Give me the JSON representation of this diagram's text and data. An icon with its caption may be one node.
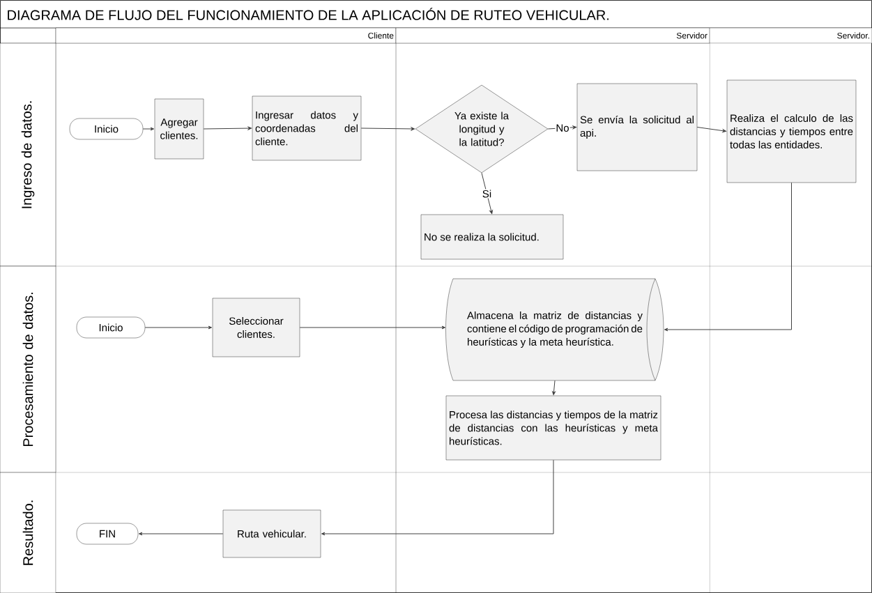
{
  "diagram": {
    "title": "DIAGRAMA DE FLUJO DEL FUNCIONAMIENTO DE LA APLICACIÓN DE RUTEO VEHICULAR.",
    "nodes": [
      {
        "text": [
          "Cliente"
        ]
      },
      {
        "text": [
          "Servidor"
        ]
      },
      {
        "text": [
          "Servidor."
        ]
      },
      {
        "text": [
          "Ingreso de datos."
        ]
      },
      {
        "text": [
          "Procesamiento de datos."
        ]
      },
      {
        "text": [
          "Resultado."
        ]
      },
      {
        "text": [
          "Inicio"
        ]
      },
      {
        "text": [
          "Agregar clientes."
        ]
      },
      {
        "text": [
          "Ingresar datos y coordenadas del cliente."
        ]
      },
      {
        "text": [
          "Ya existe la longitud y la latitud?"
        ]
      },
      {
        "text": [
          "Se envía la solicitud al api."
        ]
      },
      {
        "text": [
          "Realiza el calculo de las distancias y tiempos entre todas las entidades."
        ]
      },
      {
        "text": [
          "No se realiza la solicitud."
        ]
      },
      {
        "text": [
          "Inicio"
        ]
      },
      {
        "text": [
          "Seleccionar clientes."
        ]
      },
      {
        "text": [
          "Almacena la matriz de distancias y contiene el código de programación de heurísticas y la meta heurística."
        ]
      },
      {
        "text": [
          "Procesa las distancias y tiempos de la matriz de distancias con las heurísticas y meta heurísticas."
        ]
      },
      {
        "text": [
          "Ruta vehicular."
        ]
      },
      {
        "text": [
          "FIN"
        ]
      }
    ],
    "edges": [
      {
        "from": 6,
        "to": 7,
        "arrow": "to"
      },
      {
        "from": 7,
        "to": 8,
        "arrow": "to"
      },
      {
        "from": 8,
        "to": 9,
        "arrow": "to"
      },
      {
        "from": 9,
        "to": 10,
        "arrow": "to",
        "label": "No"
      },
      {
        "from": 9,
        "to": 12,
        "arrow": "to",
        "label": "Si"
      },
      {
        "from": 10,
        "to": 11,
        "arrow": "to"
      },
      {
        "from": 11,
        "to": 15,
        "arrow": "to"
      },
      {
        "from": 13,
        "to": 14,
        "arrow": "to"
      },
      {
        "from": 14,
        "to": 15,
        "arrow": "to"
      },
      {
        "from": 15,
        "to": 16,
        "arrow": "to"
      },
      {
        "from": 16,
        "to": 17,
        "arrow": "to"
      },
      {
        "from": 17,
        "to": 18,
        "arrow": "to"
      }
    ]
  }
}
